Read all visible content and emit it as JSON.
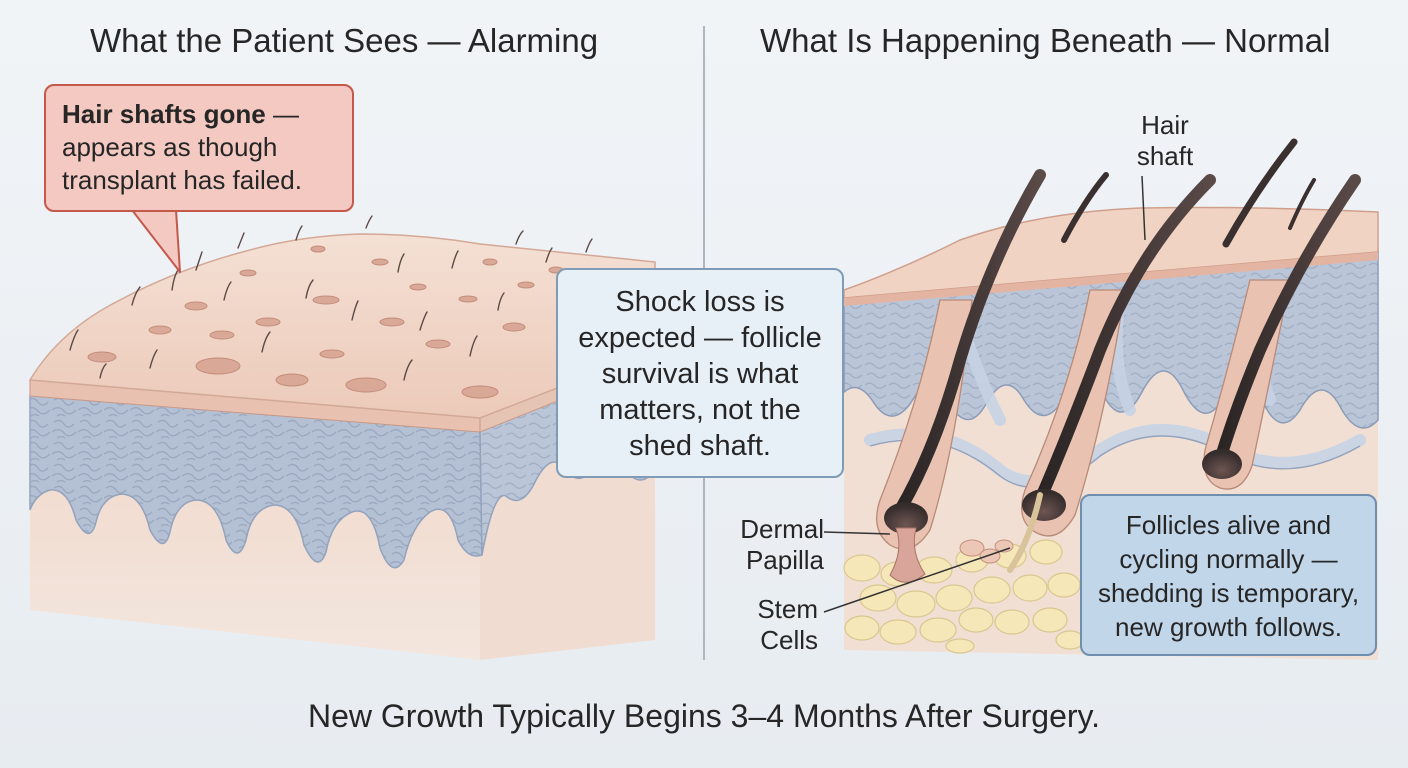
{
  "titles": {
    "left": "What the Patient Sees — Alarming",
    "right": "What Is Happening Beneath — Normal"
  },
  "callouts": {
    "left_bold": "Hair shafts gone",
    "left_rest": " — appears as though transplant has failed.",
    "center": "Shock loss is expected — follicle survival is what matters, not the shed shaft.",
    "right": "Follicles alive and cycling normally — shedding is temporary, new growth follows."
  },
  "labels": {
    "hair_shaft": "Hair shaft",
    "dermal_papilla": "Dermal Papilla",
    "stem_cells": "Stem Cells"
  },
  "caption": "New Growth Typically Begins 3–4 Months After Surgery.",
  "colors": {
    "skin": "#f1d6c8",
    "dermis": "#b7c3d6",
    "hair": "#3a3030",
    "fat": "#f5e7b8",
    "callout_red_fill": "#f4c9c2",
    "callout_red_border": "#c4584b",
    "callout_blue_fill": "#c2d6ea"
  }
}
